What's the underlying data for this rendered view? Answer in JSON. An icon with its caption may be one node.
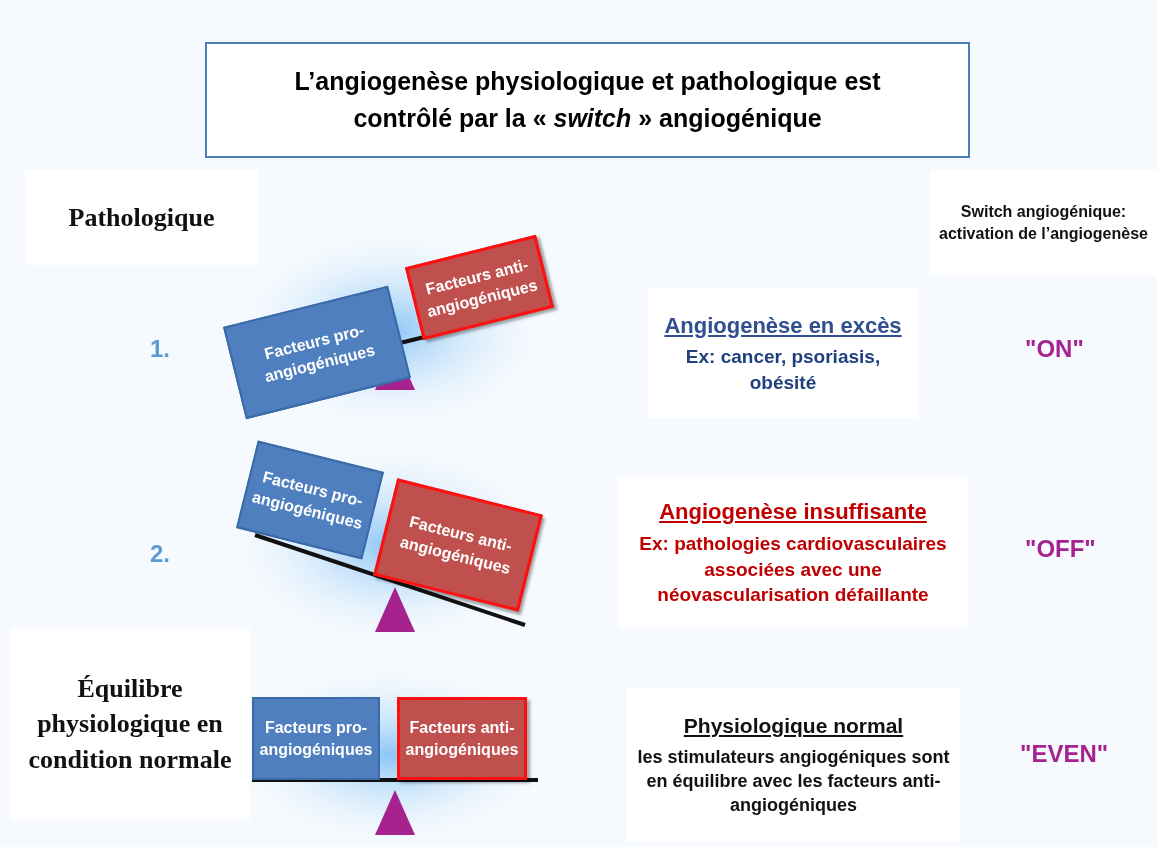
{
  "diagram": {
    "title": "L’angiogenèse physiologique et pathologique est contrôlé par la « *switch* » angiogénique",
    "nodes": [
      {
        "text": [
          "Pathologique"
        ]
      },
      {
        "text": [
          "Facteurs pro-angiogéniques"
        ]
      },
      {
        "text": [
          "Facteurs anti-angiogéniques"
        ]
      },
      {
        "text": [
          "Angiogenèse en excès",
          "Ex: cancer, psoriasis, obésité"
        ]
      },
      {
        "text": [
          "Facteurs pro-angiogéniques"
        ]
      },
      {
        "text": [
          "Facteurs anti-angiogéniques"
        ]
      },
      {
        "text": [
          "Angiogenèse insuffisante",
          "Ex: pathologies cardiovasculaires associées avec une néovascularisation défaillante"
        ]
      },
      {
        "text": [
          "Équilibre physiologique en condition normale"
        ]
      },
      {
        "text": [
          "Facteurs pro-angiogéniques"
        ]
      },
      {
        "text": [
          "Facteurs anti-angiogéniques"
        ]
      },
      {
        "text": [
          "Physiologique normal",
          "les stimulateurs angiogéniques sont en équilibre avec les facteurs anti-angiogéniques"
        ]
      },
      {
        "text": [
          "Switch angiogénique: activation de l’angiogenèse"
        ]
      }
    ],
    "edges": [],
    "labels": [
      "1.",
      "\"ON\"",
      "2.",
      "\"OFF\"",
      "\"EVEN\""
    ]
  }
}
